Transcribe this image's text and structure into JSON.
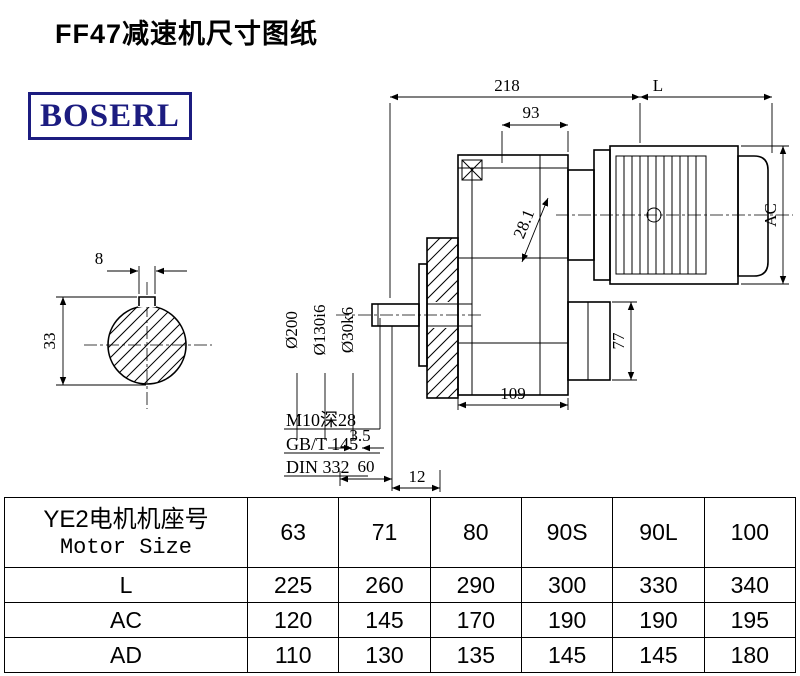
{
  "page": {
    "title": "FF47减速机尺寸图纸",
    "brand": "BOSERL"
  },
  "drawing": {
    "dims": {
      "d218": "218",
      "dL": "L",
      "d93": "93",
      "dAC": "AC",
      "d28_1": "28.1",
      "d77": "77",
      "d109": "109",
      "d200": "Ø200",
      "d130": "Ø130i6",
      "d30": "Ø30k6",
      "d3_5": "3.5",
      "d60": "60",
      "d12": "12",
      "d8": "8",
      "d33": "33",
      "note_m10": "M10深28",
      "note_gbt": "GB/T 145",
      "note_din": "DIN 332"
    }
  },
  "table": {
    "header_cn": "YE2电机机座号",
    "header_en": "Motor Size",
    "motor_sizes": [
      "63",
      "71",
      "80",
      "90S",
      "90L",
      "100"
    ],
    "rows": [
      {
        "label": "L",
        "values": [
          "225",
          "260",
          "290",
          "300",
          "330",
          "340"
        ]
      },
      {
        "label": "AC",
        "values": [
          "120",
          "145",
          "170",
          "190",
          "190",
          "195"
        ]
      },
      {
        "label": "AD",
        "values": [
          "110",
          "130",
          "135",
          "145",
          "145",
          "180"
        ]
      }
    ]
  }
}
